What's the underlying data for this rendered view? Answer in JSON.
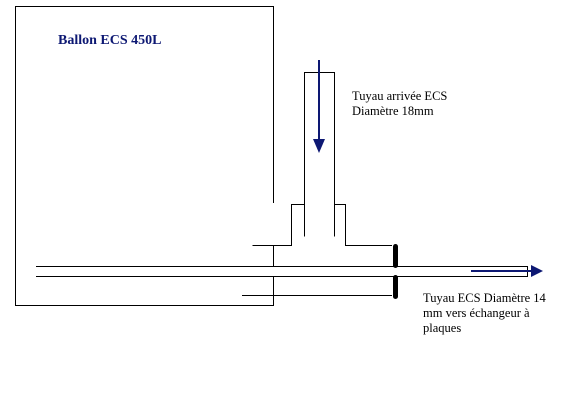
{
  "tank": {
    "title": "Ballon ECS 450L"
  },
  "inlet_pipe": {
    "line1": "Tuyau arrivée ECS",
    "line2": "Diamètre 18mm"
  },
  "outlet_pipe": {
    "line1": "Tuyau ECS Diamètre 14",
    "line2": "mm vers échangeur à",
    "line3": "plaques"
  },
  "colors": {
    "outline": "#000000",
    "arrow": "#0d1873",
    "title_text": "#0d1873"
  }
}
